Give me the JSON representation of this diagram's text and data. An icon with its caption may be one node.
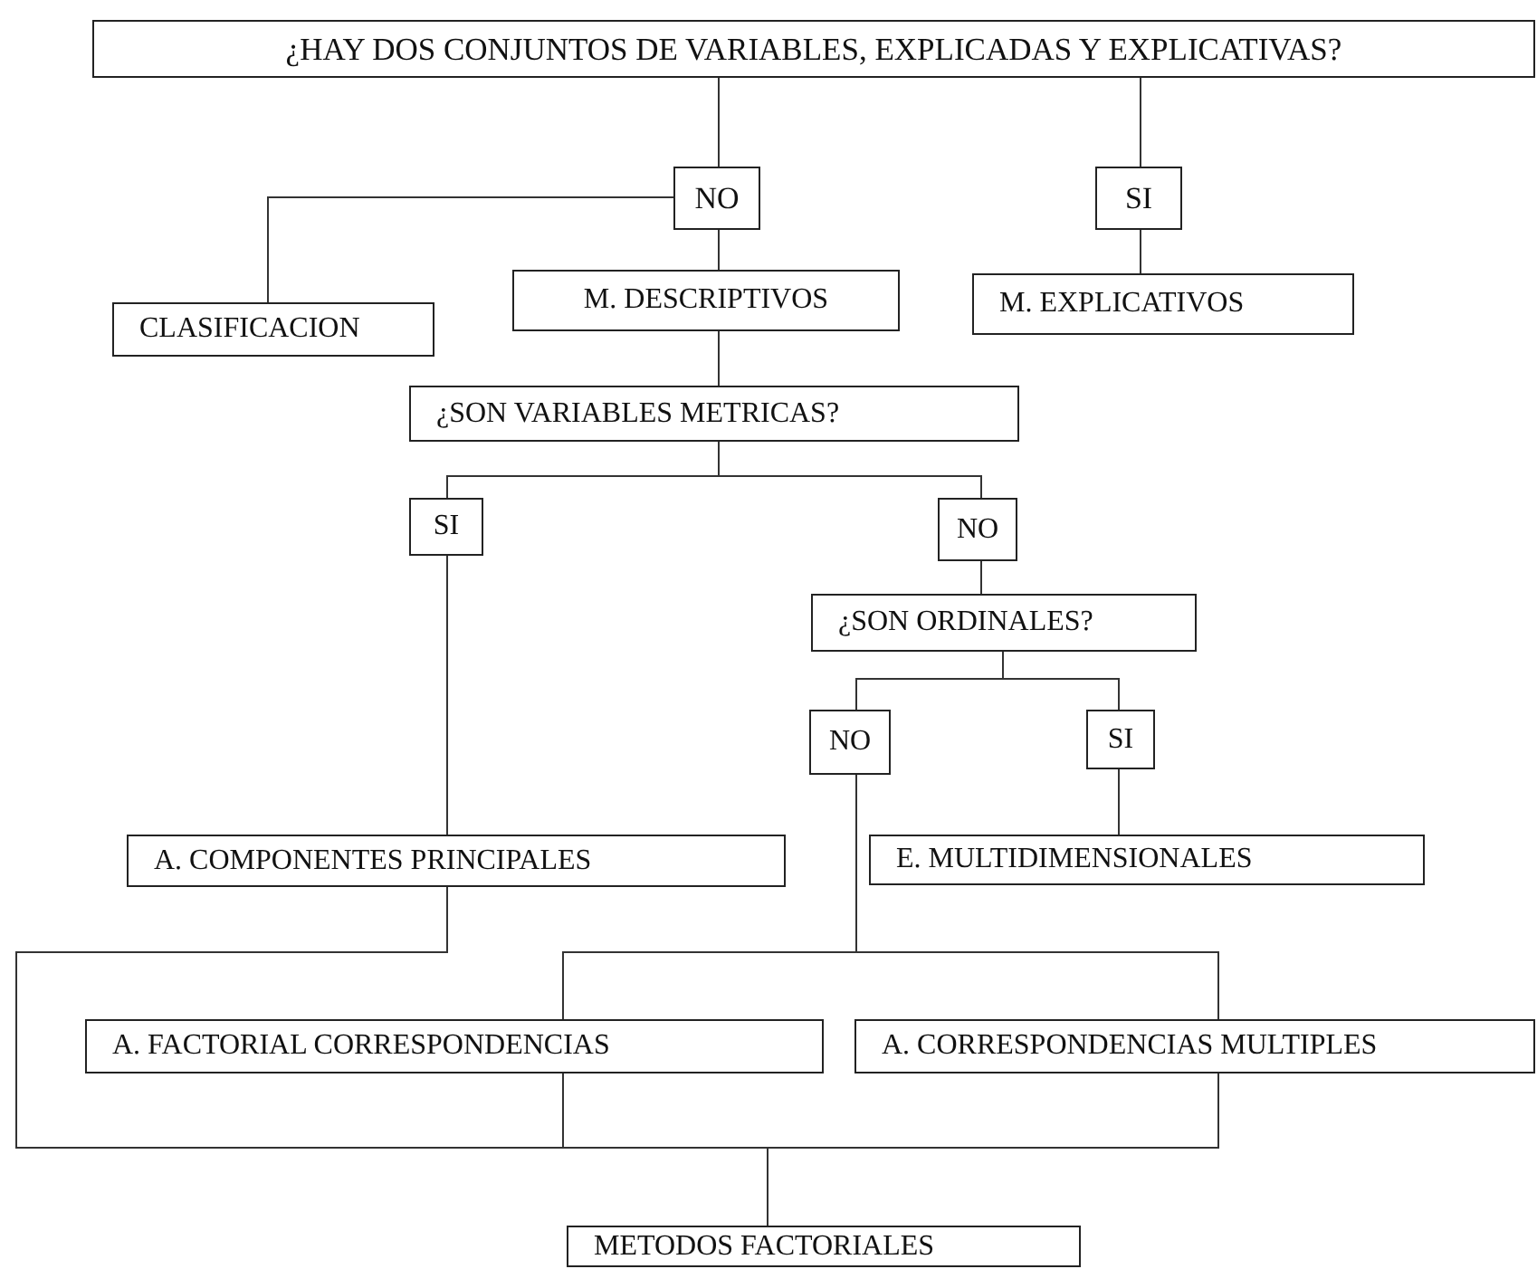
{
  "diagram": {
    "nodes": [
      {
        "text": [
          "¿HAY DOS CONJUNTOS DE VARIABLES, EXPLICADAS Y EXPLICATIVAS?"
        ]
      },
      {
        "text": [
          "NO"
        ]
      },
      {
        "text": [
          "SI"
        ]
      },
      {
        "text": [
          "CLASIFICACION"
        ]
      },
      {
        "text": [
          "M. DESCRIPTIVOS"
        ]
      },
      {
        "text": [
          "M. EXPLICATIVOS"
        ]
      },
      {
        "text": [
          "¿SON VARIABLES METRICAS?"
        ]
      },
      {
        "text": [
          "SI"
        ]
      },
      {
        "text": [
          "NO"
        ]
      },
      {
        "text": [
          "¿SON ORDINALES?"
        ]
      },
      {
        "text": [
          "NO"
        ]
      },
      {
        "text": [
          "SI"
        ]
      },
      {
        "text": [
          "A. COMPONENTES PRINCIPALES"
        ]
      },
      {
        "text": [
          "E. MULTIDIMENSIONALES"
        ]
      },
      {
        "text": [
          "A. FACTORIAL CORRESPONDENCIAS"
        ]
      },
      {
        "text": [
          "A. CORRESPONDENCIAS MULTIPLES"
        ]
      },
      {
        "text": [
          "METODOS FACTORIALES"
        ]
      }
    ],
    "edges": [
      {
        "from": 0,
        "to": 1,
        "arrow": "none"
      },
      {
        "from": 0,
        "to": 2,
        "arrow": "none"
      },
      {
        "from": 1,
        "to": 3,
        "arrow": "none"
      },
      {
        "from": 1,
        "to": 4,
        "arrow": "none"
      },
      {
        "from": 2,
        "to": 5,
        "arrow": "none"
      },
      {
        "from": 4,
        "to": 6,
        "arrow": "none"
      },
      {
        "from": 6,
        "to": 7,
        "arrow": "none"
      },
      {
        "from": 6,
        "to": 8,
        "arrow": "none"
      },
      {
        "from": 8,
        "to": 9,
        "arrow": "none"
      },
      {
        "from": 9,
        "to": 10,
        "arrow": "none"
      },
      {
        "from": 9,
        "to": 11,
        "arrow": "none"
      },
      {
        "from": 7,
        "to": 12,
        "arrow": "none"
      },
      {
        "from": 11,
        "to": 13,
        "arrow": "none"
      },
      {
        "from": 12,
        "to": 16,
        "arrow": "none"
      },
      {
        "from": 10,
        "to": 14,
        "arrow": "none"
      },
      {
        "from": 10,
        "to": 15,
        "arrow": "none"
      },
      {
        "from": 14,
        "to": 16,
        "arrow": "none"
      },
      {
        "from": 15,
        "to": 16,
        "arrow": "none"
      }
    ]
  }
}
